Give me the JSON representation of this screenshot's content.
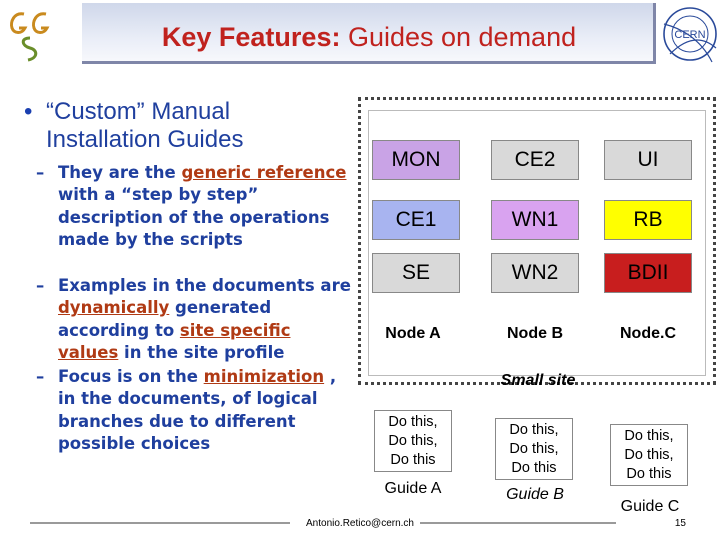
{
  "header": {
    "title_bold": "Key Features:",
    "title_rest": " Guides on demand"
  },
  "logos": {
    "left_logo": "GG logo",
    "right_logo": "CERN"
  },
  "bullet": {
    "main": "“Custom” Manual Installation Guides",
    "sub1_a": "They are the ",
    "sub1_hl1": "generic reference",
    "sub1_b": " with a “step by step” description of the operations made by the scripts",
    "sub2_a": "Examples in the documents are ",
    "sub2_hl1": "dynamically",
    "sub2_b": " generated according to ",
    "sub2_hl2": "site specific values",
    "sub2_c": " in the site profile",
    "sub3_a": "Focus is on the ",
    "sub3_hl1": "minimization",
    "sub3_b": " , in the documents, of logical branches due to different possible choices",
    "dash": "–"
  },
  "site": {
    "label": "Small site",
    "boxes": [
      {
        "label": "MON",
        "color": "#c9a3e6"
      },
      {
        "label": "CE2",
        "color": "#d9d9d9"
      },
      {
        "label": "UI",
        "color": "#d9d9d9"
      },
      {
        "label": "CE1",
        "color": "#a8b4f0"
      },
      {
        "label": "WN1",
        "color": "#d9a3f0"
      },
      {
        "label": "RB",
        "color": "#ffff00"
      },
      {
        "label": "SE",
        "color": "#d9d9d9"
      },
      {
        "label": "WN2",
        "color": "#d9d9d9"
      },
      {
        "label": "BDII",
        "color": "#c81e1e"
      }
    ],
    "nodes": [
      "Node A",
      "Node B",
      "Node.C"
    ]
  },
  "guides": [
    {
      "lines": [
        "Do this,",
        "Do this,",
        "Do this"
      ],
      "label": "Guide A"
    },
    {
      "lines": [
        "Do this,",
        "Do this,",
        "Do this"
      ],
      "label": "Guide B"
    },
    {
      "lines": [
        "Do this,",
        "Do this,",
        "Do this"
      ],
      "label": "Guide C"
    }
  ],
  "footer": {
    "email": "Antonio.Retico@cern.ch",
    "page": "15"
  }
}
